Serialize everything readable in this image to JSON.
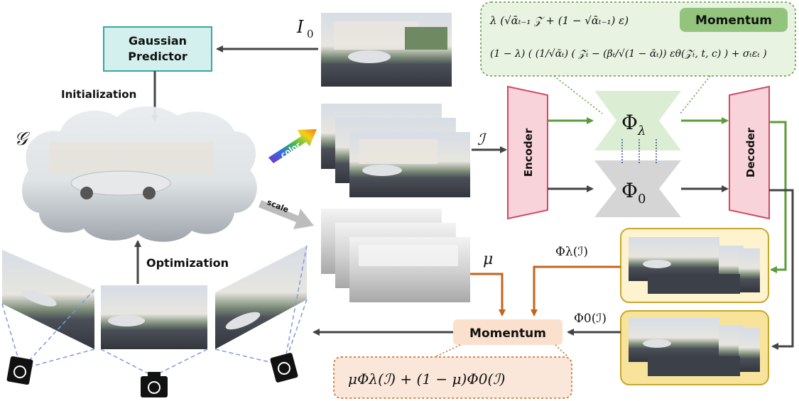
{
  "gaussian_predictor": {
    "line1": "Gaussian",
    "line2": "Predictor"
  },
  "labels": {
    "initialization": "Initialization",
    "optimization": "Optimization",
    "gaussian_symbol": "𝒢",
    "input_image": "I",
    "input_image_sub": "0",
    "rendered_symbol": "ℐ",
    "mu": "μ",
    "color_arrow": "color",
    "scale_arrow": "scale"
  },
  "network": {
    "encoder": "Encoder",
    "decoder": "Decoder",
    "phi_lambda": "Φ",
    "phi_lambda_sub": "λ",
    "phi_zero": "Φ",
    "phi_zero_sub": "0"
  },
  "outputs": {
    "phi_lambda_out": "Φλ(ℐ)",
    "phi_zero_out": "Φ0(ℐ)"
  },
  "momentum": {
    "badge_top": "Momentum",
    "node": "Momentum",
    "formula_top_line1": "λ (√ᾱₜ₋₁ 𝒵 + (1 − √ᾱₜ₋₁) ε)",
    "formula_top_line2": "(1 − λ) ( (1/√ᾱₜ) ( 𝒵ₜ − (βₜ/√(1 − ᾱₜ)) εθ(𝒵ₜ, t, c) ) + σₜεₜ )",
    "formula_bottom": "μΦλ(ℐ) + (1 − μ)Φ0(ℐ)"
  },
  "colors": {
    "predictor_fill": "#d4f0ee",
    "predictor_stroke": "#3aa6a0",
    "encoder_fill": "#f9d3da",
    "encoder_stroke": "#d04a63",
    "phi_lambda_fill": "#dbeed3",
    "phi_zero_fill": "#d5d5d5",
    "green_path": "#5b9b3a",
    "orange_path": "#c4631b",
    "dark_path": "#444444",
    "momentum_badge": "#93c47d",
    "momentum_node": "#fbe0cd",
    "output_box_fill": "#fdf3cf",
    "output_box_stroke": "#c9a62c"
  }
}
